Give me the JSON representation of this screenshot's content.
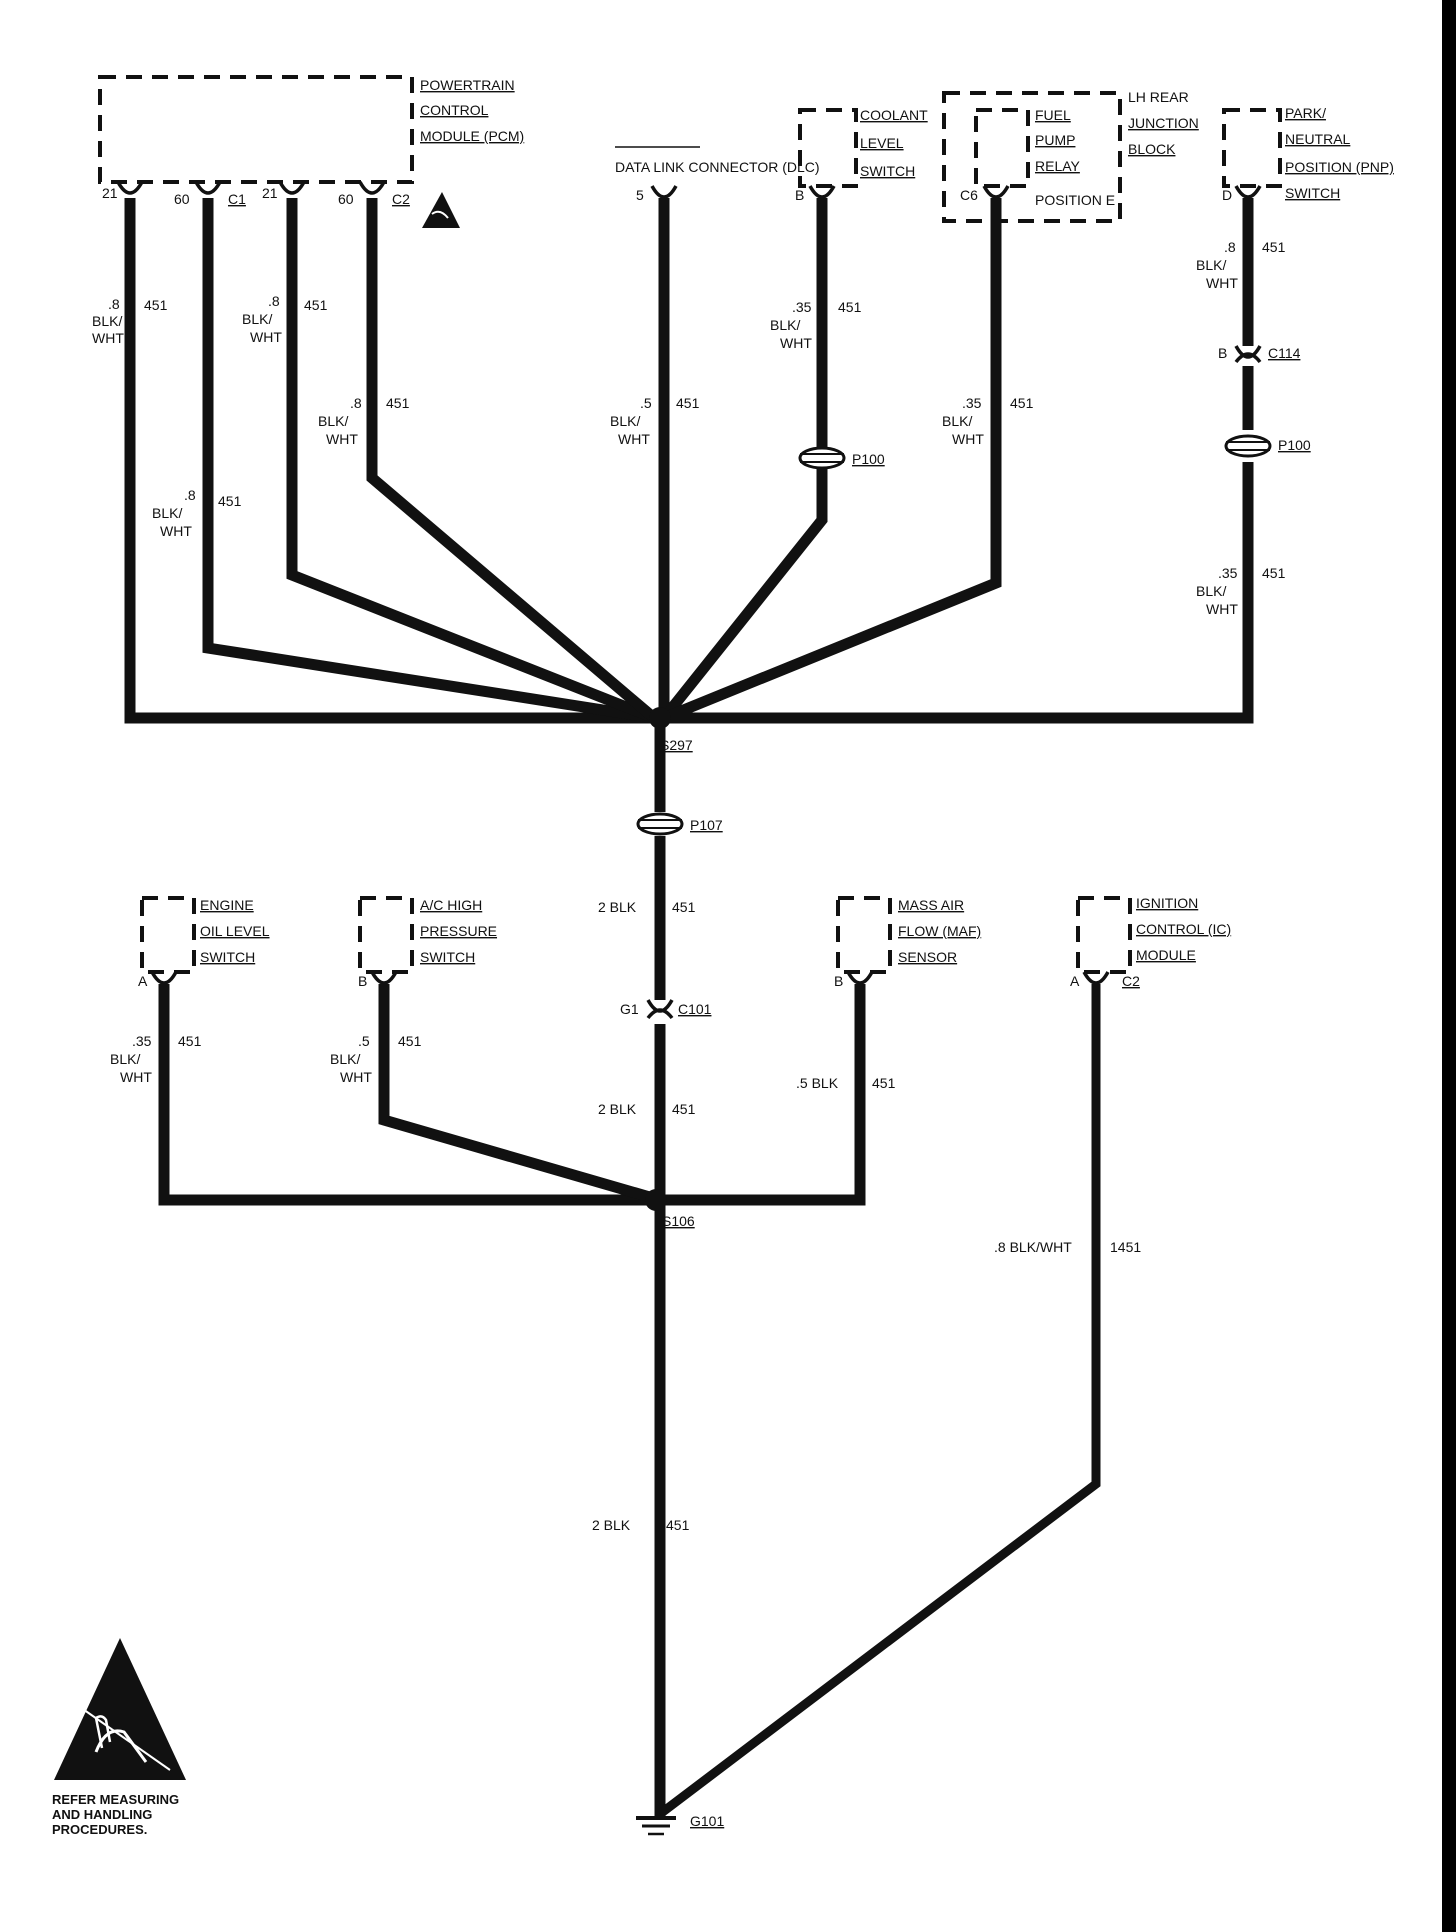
{
  "components": {
    "pcm": {
      "name_lines": [
        "POWERTRAIN",
        "CONTROL",
        "MODULE (PCM)"
      ]
    },
    "dlc": {
      "name": "DATA LINK CONNECTOR (DLC)",
      "pin": "5"
    },
    "coolant": {
      "name_lines": [
        "COOLANT",
        "LEVEL",
        "SWITCH"
      ],
      "pin": "B"
    },
    "fuel_pump": {
      "name_lines": [
        "FUEL",
        "PUMP",
        "RELAY"
      ],
      "position": "POSITION E",
      "pin": "C6"
    },
    "lh_rear": {
      "name_lines": [
        "LH REAR",
        "JUNCTION",
        "BLOCK"
      ]
    },
    "pnp": {
      "name_lines": [
        "PARK/",
        "NEUTRAL",
        "POSITION (PNP)",
        "SWITCH"
      ],
      "pin": "D"
    },
    "engine_oil": {
      "name_lines": [
        "ENGINE",
        "OIL LEVEL",
        "SWITCH"
      ],
      "pin": "A"
    },
    "ac_high": {
      "name_lines": [
        "A/C HIGH",
        "PRESSURE",
        "SWITCH"
      ],
      "pin": "B"
    },
    "maf": {
      "name_lines": [
        "MASS AIR",
        "FLOW (MAF)",
        "SENSOR"
      ],
      "pin": "B"
    },
    "icm": {
      "name_lines": [
        "IGNITION",
        "CONTROL (IC)",
        "MODULE"
      ],
      "pin": "A",
      "connector": "C2"
    }
  },
  "pcm_pins": [
    {
      "pin": "21",
      "connector": ""
    },
    {
      "pin": "60",
      "connector": "C1"
    },
    {
      "pin": "21",
      "connector": ""
    },
    {
      "pin": "60",
      "connector": "C2"
    }
  ],
  "wires": {
    "pcm_c1_21": {
      "gauge": ".8",
      "color_lines": [
        "BLK/",
        "WHT"
      ],
      "circuit": "451"
    },
    "pcm_c1_60": {
      "gauge": ".8",
      "color_lines": [
        "BLK/",
        "WHT"
      ],
      "circuit": "451"
    },
    "pcm_c2_21": {
      "gauge": ".8",
      "color_lines": [
        "BLK/",
        "WHT"
      ],
      "circuit": "451"
    },
    "pcm_c2_60": {
      "gauge": ".8",
      "color_lines": [
        "BLK/",
        "WHT"
      ],
      "circuit": "451"
    },
    "dlc": {
      "gauge": ".5",
      "color_lines": [
        "BLK/",
        "WHT"
      ],
      "circuit": "451"
    },
    "coolant": {
      "gauge": ".35",
      "color_lines": [
        "BLK/",
        "WHT"
      ],
      "circuit": "451"
    },
    "fuel_pump": {
      "gauge": ".35",
      "color_lines": [
        "BLK/",
        "WHT"
      ],
      "circuit": "451"
    },
    "pnp_upper": {
      "gauge": ".8",
      "color_lines": [
        "BLK/",
        "WHT"
      ],
      "circuit": "451"
    },
    "pnp_lower": {
      "gauge": ".35",
      "color_lines": [
        "BLK/",
        "WHT"
      ],
      "circuit": "451"
    },
    "s297_p107": {
      "label": "2 BLK",
      "circuit": "451"
    },
    "c101_s106": {
      "label": "2 BLK",
      "circuit": "451"
    },
    "engine_oil": {
      "gauge": ".35",
      "color_lines": [
        "BLK/",
        "WHT"
      ],
      "circuit": "451"
    },
    "ac_high": {
      "gauge": ".5",
      "color_lines": [
        "BLK/",
        "WHT"
      ],
      "circuit": "451"
    },
    "maf": {
      "label": ".5 BLK",
      "circuit": "451"
    },
    "s106_g101": {
      "label": "2 BLK",
      "circuit": "451"
    },
    "icm": {
      "label": ".8 BLK/WHT",
      "circuit": "1451"
    }
  },
  "connectors": {
    "p100_a": "P100",
    "p100_b": "P100",
    "c114": {
      "name": "C114",
      "pin": "B"
    },
    "p107": "P107",
    "c101": {
      "name": "C101",
      "pin": "G1"
    }
  },
  "splices": {
    "s297": "S297",
    "s106": "S106"
  },
  "ground": "G101",
  "esd_note_lines": [
    "REFER MEASURING",
    "AND HANDLING",
    "PROCEDURES."
  ]
}
